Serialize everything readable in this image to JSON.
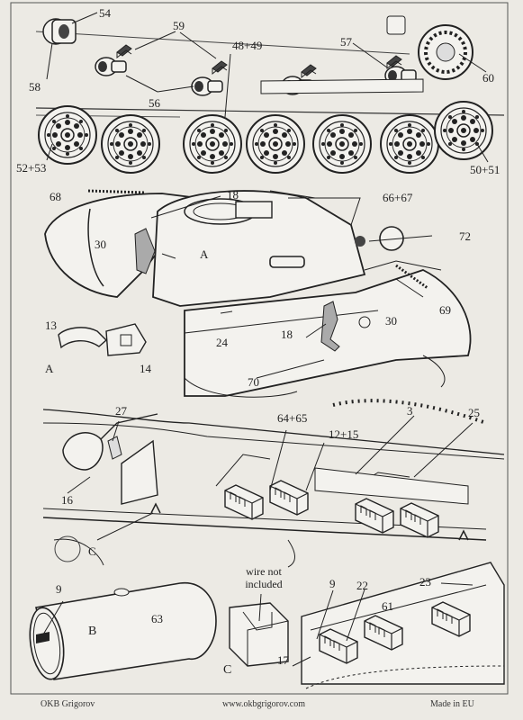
{
  "parts": {
    "p54": "54",
    "p59": "59",
    "p48_49": "48+49",
    "p58": "58",
    "p56": "56",
    "p57": "57",
    "p60": "60",
    "p52_53": "52+53",
    "p50_51": "50+51",
    "p68": "68",
    "p18a": "18",
    "p66_67": "66+67",
    "p30a": "30",
    "pA1": "A",
    "p72": "72",
    "p69": "69",
    "p13": "13",
    "p24": "24",
    "p18b": "18",
    "p30b": "30",
    "pA2": "A",
    "p14": "14",
    "p70": "70",
    "p27": "27",
    "p64_65": "64+65",
    "p3": "3",
    "p25": "25",
    "p12_15": "12+15",
    "p16": "16",
    "pC1": "C",
    "p9a": "9",
    "pB": "B",
    "p63": "63",
    "pC2": "C",
    "p9b": "9",
    "p22": "22",
    "p23": "23",
    "p61": "61",
    "p17": "17"
  },
  "note_wire_line1": "wire not",
  "note_wire_line2": "included",
  "footer": {
    "brand": "OKB Grigorov",
    "website": "www.okbgrigorov.com",
    "origin": "Made in EU"
  }
}
